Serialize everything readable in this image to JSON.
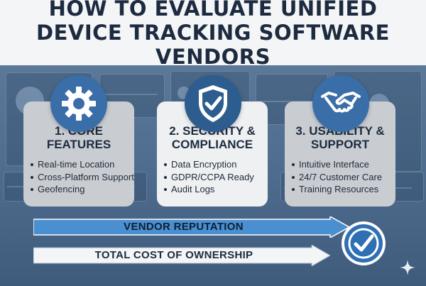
{
  "header": {
    "title": "HOW TO EVALUATE UNIFIED DEVICE TRACKING SOFTWARE VENDORS"
  },
  "cards": [
    {
      "icon": "gear-icon",
      "title": "1. CORE FEATURES",
      "items": [
        "Real-time Location",
        "Cross-Platform Support",
        "Geofencing"
      ]
    },
    {
      "icon": "shield-check-icon",
      "title": "2. SECURITY & COMPLIANCE",
      "items": [
        "Data Encryption",
        "GDPR/CCPA Ready",
        "Audit Logs"
      ]
    },
    {
      "icon": "handshake-icon",
      "title": "3. USABILITY & SUPPORT",
      "items": [
        "Intuitive Interface",
        "24/7 Customer Care",
        "Training Resources"
      ]
    }
  ],
  "arrows": [
    {
      "label": "VENDOR REPUTATION",
      "color": "#4a8fd0"
    },
    {
      "label": "TOTAL COST OF OWNERSHIP",
      "color": "#f4f5f6"
    }
  ],
  "badge": {
    "icon": "checkmark-badge-icon",
    "color": "#2f6fb3"
  },
  "colors": {
    "header_bg": "#f4f5f6",
    "title_text": "#1d2b40",
    "background": "#4f6d8f",
    "card_bg": "#c9cdd2",
    "card_bg_highlight": "#eef0f2",
    "accent": "#3a6ea8"
  }
}
